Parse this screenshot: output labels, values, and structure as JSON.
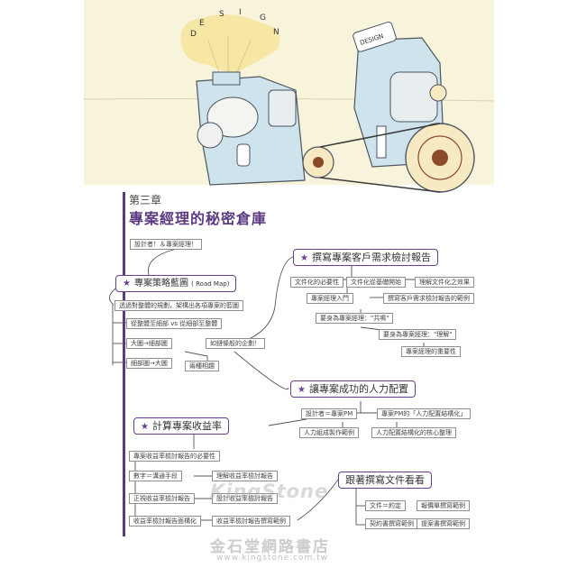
{
  "header": {
    "chapter": "第三章",
    "title": "專案經理的秘密倉庫"
  },
  "illustration": {
    "left_letters": [
      "D",
      "E",
      "S",
      "I",
      "G",
      "N"
    ],
    "sign_text": "DESIGN"
  },
  "mindmap": {
    "top_box": "設計者！＆專案經理！",
    "roadmap": {
      "head": "專案策略藍圖",
      "sub": "( Road Map)",
      "items": [
        "透過對整體的規劃，架構出各項專案的藍圖",
        "從整體至細部 vs 從細部至整體",
        "大圖→細部圖",
        "細部圖→大圖"
      ],
      "side_a": "如鏈條般的企劃！",
      "side_b": "兩種相趨"
    },
    "report": {
      "head": "撰寫專案客戶需求檢討報告",
      "items": [
        "文件化的必要性",
        "文件化從基礎開始",
        "理解文件化之效果",
        "專案經理入門",
        "撰寫客戶需求檢討報告的範例",
        "要身為專案經理：\"共鳴\"",
        "要身為專案經理：\"理解\"",
        "專案經理的重要性"
      ]
    },
    "hr": {
      "head": "讓專案成功的人力配置",
      "items": [
        "設計者＝專案PM",
        "專案PM的「人力配置結構化」",
        "人力組成製作範例",
        "人力配置結構化的核心整理"
      ]
    },
    "profit": {
      "head": "計算專案收益率",
      "items": [
        "專案收益率檢討報告的必要性",
        "數字＝溝通手段",
        "理解收益率檢討報告",
        "正視收益率檢討報告",
        "設計收益率檢討報告",
        "收益率檢討報告面構化",
        "收益率檢討報告撰寫範例"
      ]
    },
    "docs": {
      "head": "跟著撰寫文件看看",
      "items": [
        "文件＝約定",
        "報價單撰寫範例",
        "契約書撰寫範例",
        "提案書撰寫範例"
      ]
    }
  },
  "watermark": {
    "brand": "KingStone",
    "cn": "金石堂網路書店",
    "url": "www.kingstone.com.tw"
  }
}
